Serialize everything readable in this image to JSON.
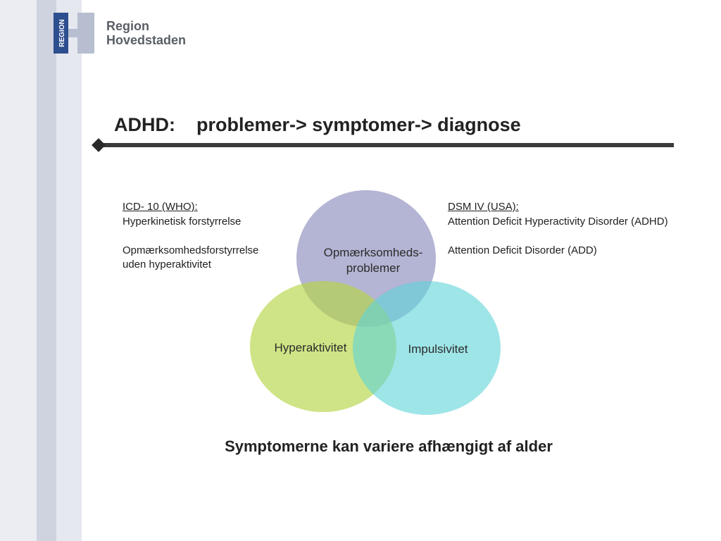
{
  "logo": {
    "mark_text": "REGION",
    "line1": "Region",
    "line2": "Hovedstaden"
  },
  "title": "ADHD:    problemer-> symptomer-> diagnose",
  "left_block": {
    "heading": "ICD- 10 (WHO):",
    "line1": "Hyperkinetisk forstyrrelse",
    "line2": "Opmærksomhedsforstyrrelse",
    "line3": "uden hyperaktivitet"
  },
  "right_block": {
    "heading": "DSM IV (USA):",
    "line1": "Attention Deficit Hyperactivity Disorder (ADHD)",
    "line2": "Attention Deficit Disorder (ADD)"
  },
  "venn": {
    "top_label_line1": "Opmærksomheds-",
    "top_label_line2": "problemer",
    "left_label": "Hyperaktivitet",
    "right_label": "Impulsivitet",
    "colors": {
      "top": "#8c8cbd",
      "left": "#b5d645",
      "right": "#5ed3d8",
      "title_rule": "#3a3a3a",
      "logo_blue": "#2e4f8f"
    }
  },
  "footer": "Symptomerne kan variere afhængigt af alder"
}
